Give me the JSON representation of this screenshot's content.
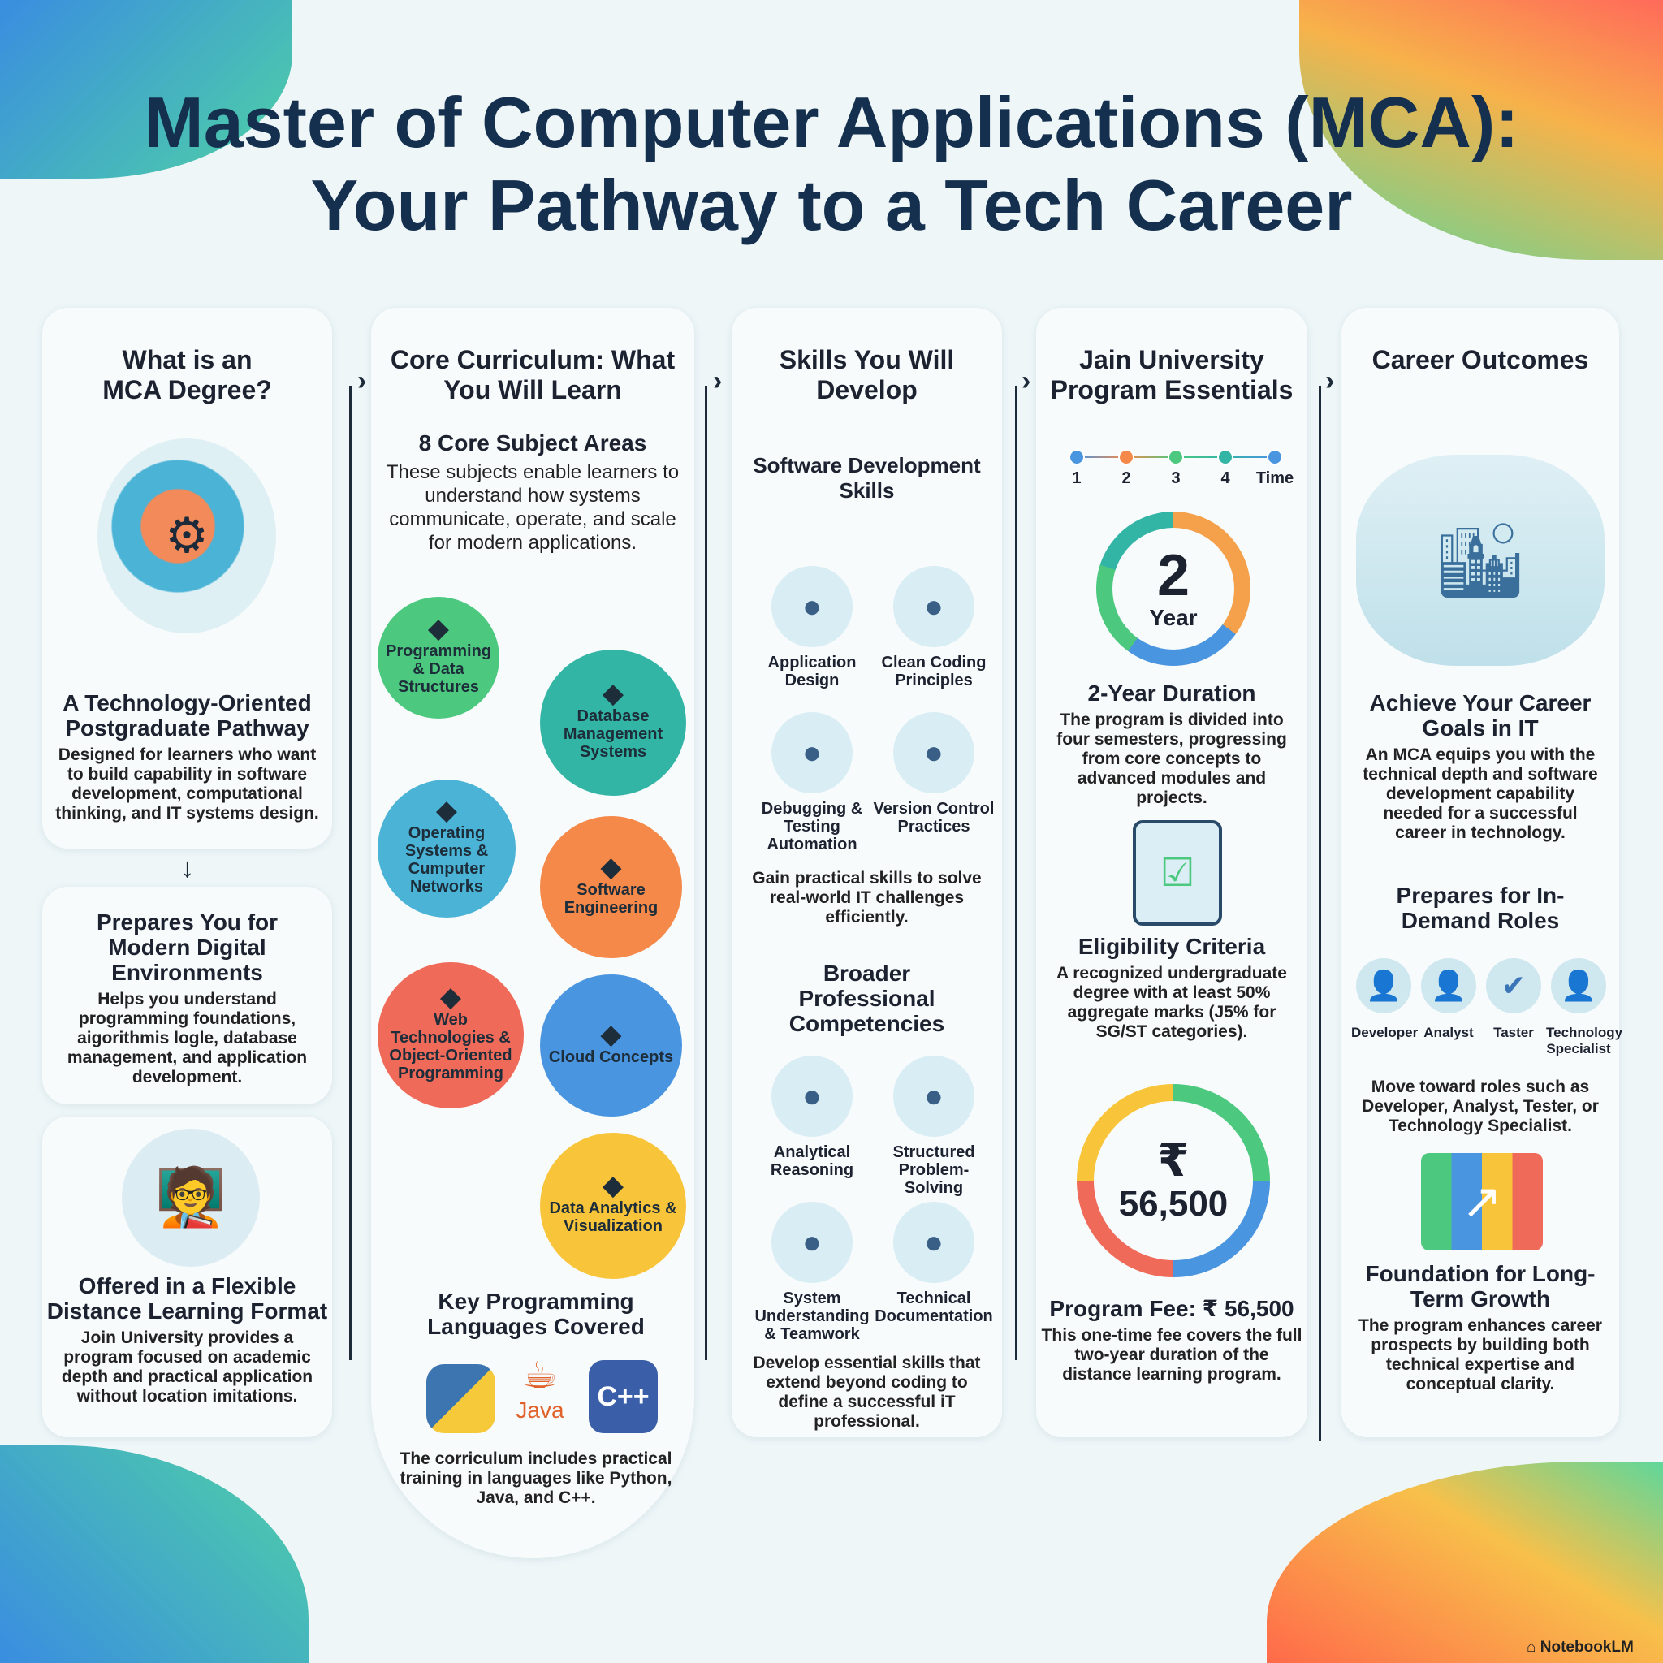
{
  "title": {
    "line1": "Master of Computer Applications (MCA):",
    "line2": "Your Pathway to a Tech Career"
  },
  "col1": {
    "heading": "What is an MCA Degree?",
    "sub1": "A Technology-Oriented Postgraduate Pathway",
    "body1": "Designed for learners who want to build capability in software development, computational thinking, and IT systems design.",
    "sub2": "Prepares You for Modern Digital Environments",
    "body2": "Helps you understand programming foundations, aigorithmis logle, database management, and application development.",
    "sub3": "Offered in a Flexible Distance Learning Format",
    "body3": "Join University provides a program focused on academic depth and practical application without location imitations."
  },
  "col2": {
    "heading": "Core Curriculum: What You Will Learn",
    "sub": "8 Core Subject Areas",
    "body": "These subjects enable learners to understand how systems communicate, operate, and scale for modern applications.",
    "subjects": [
      {
        "label": "Programming & Data Structures",
        "icon": "code-window-icon",
        "color": "#4cc97f"
      },
      {
        "label": "Database Management Systems",
        "icon": "database-icon",
        "color": "#33b5a6"
      },
      {
        "label": "Operating Systems & Cumputer Networks",
        "icon": "network-icon",
        "color": "#4ab3d6"
      },
      {
        "label": "Software Engineering",
        "icon": "gears-icon",
        "color": "#f5894a"
      },
      {
        "label": "Web Technologies & Object-Oriented Programming",
        "icon": "web-gear-icon",
        "color": "#f06a5a"
      },
      {
        "label": "Cloud Concepts",
        "icon": "cloud-upload-icon",
        "color": "#4a95e0"
      },
      {
        "label": "Data Analytics & Visualization",
        "icon": "bar-chart-icon",
        "color": "#f8c53a"
      }
    ],
    "lang_heading": "Key Programming Languages Covered",
    "languages": [
      {
        "label": "Python",
        "icon": "python-logo"
      },
      {
        "label": "Java",
        "icon": "java-logo"
      },
      {
        "label": "C++",
        "icon": "cpp-logo"
      }
    ],
    "lang_body": "The corriculum includes practical training in languages like Python, Java, and C++."
  },
  "col3": {
    "heading": "Skills You Will Develop",
    "sub1": "Software Development Skills",
    "skills1": [
      {
        "label": "Application Design",
        "icon": "app-design-icon"
      },
      {
        "label": "Clean Coding Principles",
        "icon": "code-editor-icon"
      },
      {
        "label": "Debugging & Testing Automation",
        "icon": "bug-magnifier-icon"
      },
      {
        "label": "Version Control Practices",
        "icon": "git-icon"
      }
    ],
    "body1": "Gain practical skills to solve real-world IT challenges efficiently.",
    "sub2": "Broader Professional Competencies",
    "skills2": [
      {
        "label": "Analytical Reasoning",
        "icon": "brain-gear-icon"
      },
      {
        "label": "Structured Problem-Solving",
        "icon": "flowchart-icon"
      },
      {
        "label": "System Understanding & Teamwork",
        "icon": "team-gear-icon"
      },
      {
        "label": "Technical Documentation",
        "icon": "document-pen-icon"
      }
    ],
    "body2": "Develop essential skills that extend beyond coding to define a successful iT professional."
  },
  "col4": {
    "heading": "Jain University Program Essentials",
    "timeline": [
      "1",
      "2",
      "3",
      "4",
      "Time"
    ],
    "duration_number": "2",
    "duration_unit": "Year",
    "sub1": "2-Year Duration",
    "body1": "The program is divided into four semesters, progressing from core concepts to advanced modules and projects.",
    "sub2": "Eligibility Criteria",
    "body2": "A recognized undergraduate degree with at least 50% aggregate marks (J5% for SG/ST categories).",
    "fee_symbol": "₹",
    "fee_value": "56,500",
    "sub3": "Program Fee: ₹ 56,500",
    "body3": "This one-time fee covers the full two-year duration of the distance learning program."
  },
  "col5": {
    "heading": "Career Outcomes",
    "sub1": "Achieve Your Career Goals in IT",
    "body1": "An MCA equips you with the technical depth and software development capability needed for a successful career in technology.",
    "sub2": "Prepares for In-Demand Roles",
    "roles": [
      {
        "label": "Developer",
        "icon": "developer-avatar-icon"
      },
      {
        "label": "Analyst",
        "icon": "analyst-avatar-icon"
      },
      {
        "label": "Taster",
        "icon": "check-magnifier-icon"
      },
      {
        "label": "Technology Specialist",
        "icon": "specialist-avatar-icon"
      }
    ],
    "body2": "Move toward roles such as Developer, Analyst, Tester, or Technology Specialist.",
    "sub3": "Foundation for Long-Term Growth",
    "body3": "The program enhances career prospects by building both technical expertise and conceptual clarity."
  },
  "watermark": "NotebookLM",
  "colors": {
    "title": "#15304f",
    "green": "#4cc97f",
    "teal": "#33b5a6",
    "blue": "#4a95e0",
    "orange": "#f5894a",
    "red": "#f06a5a",
    "yellow": "#f8c53a"
  }
}
